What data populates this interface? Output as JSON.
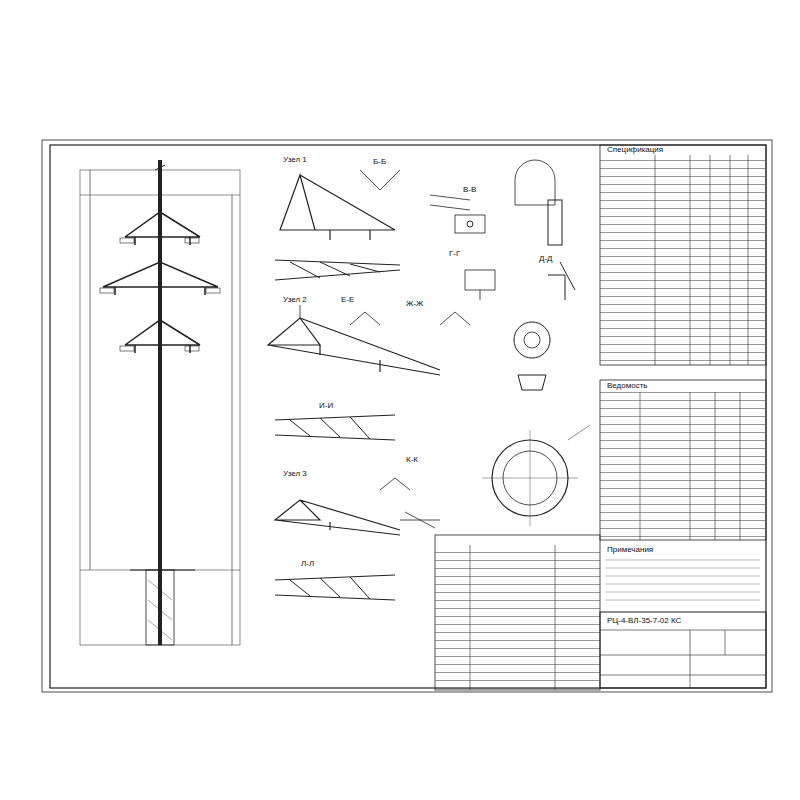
{
  "diagram": {
    "labels": [
      "Узел 1",
      "Б-Б",
      "В-В",
      "Г-Г",
      "Д-Д",
      "Узел 2",
      "Е-Е",
      "Ж-Ж",
      "Узел 3",
      "И-И",
      "К-К",
      "Л-Л",
      "Спецификация",
      "Ведомость",
      "Примечания",
      "РЦ-4-ВЛ-35-7-02 КС"
    ]
  }
}
